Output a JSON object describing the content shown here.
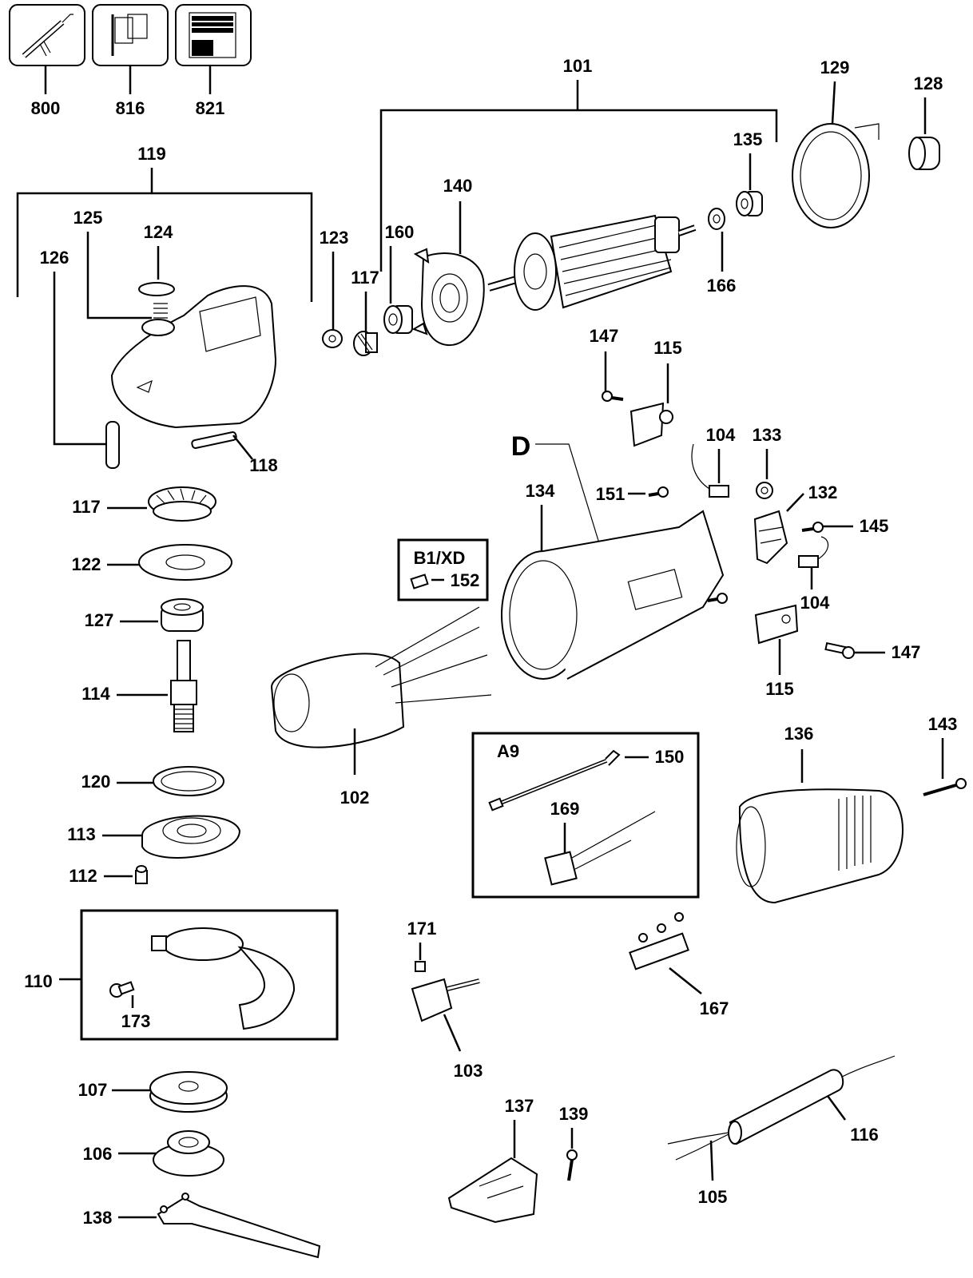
{
  "diagram": {
    "type": "exploded-parts-diagram",
    "subject": "angle grinder",
    "icon_tiles": [
      {
        "id": "800",
        "icon": "grease-gun-icon"
      },
      {
        "id": "816",
        "icon": "flags-icon"
      },
      {
        "id": "821",
        "icon": "nameplate-icon"
      }
    ],
    "group_labels": {
      "armature_assembly": "101",
      "gear_case_assembly": "119",
      "motor_housing_variant": "D",
      "brush_kit_box": "B1/XD",
      "suppression_kit_box": "A9",
      "guard_assembly": "110"
    },
    "part_labels": {
      "p800": "800",
      "p816": "816",
      "p821": "821",
      "p101": "101",
      "p129": "129",
      "p128": "128",
      "p135": "135",
      "p140": "140",
      "p123": "123",
      "p160": "160",
      "p117a": "117",
      "p166": "166",
      "p119": "119",
      "p125": "125",
      "p124": "124",
      "p126": "126",
      "p118": "118",
      "p117b": "117",
      "p122": "122",
      "p127": "127",
      "p114": "114",
      "p120": "120",
      "p113": "113",
      "p112": "112",
      "p110": "110",
      "p173": "173",
      "p107": "107",
      "p106": "106",
      "p138": "138",
      "p147a": "147",
      "p115a": "115",
      "p104a": "104",
      "p133": "133",
      "p151": "151",
      "p132": "132",
      "p145": "145",
      "p104b": "104",
      "p147b": "147",
      "p115b": "115",
      "p134": "134",
      "pD": "D",
      "pB1XD": "B1/XD",
      "p152": "152",
      "p102": "102",
      "pA9": "A9",
      "p150": "150",
      "p169": "169",
      "p136": "136",
      "p143": "143",
      "p167": "167",
      "p171": "171",
      "p103": "103",
      "p137": "137",
      "p139": "139",
      "p116": "116",
      "p105": "105"
    }
  }
}
